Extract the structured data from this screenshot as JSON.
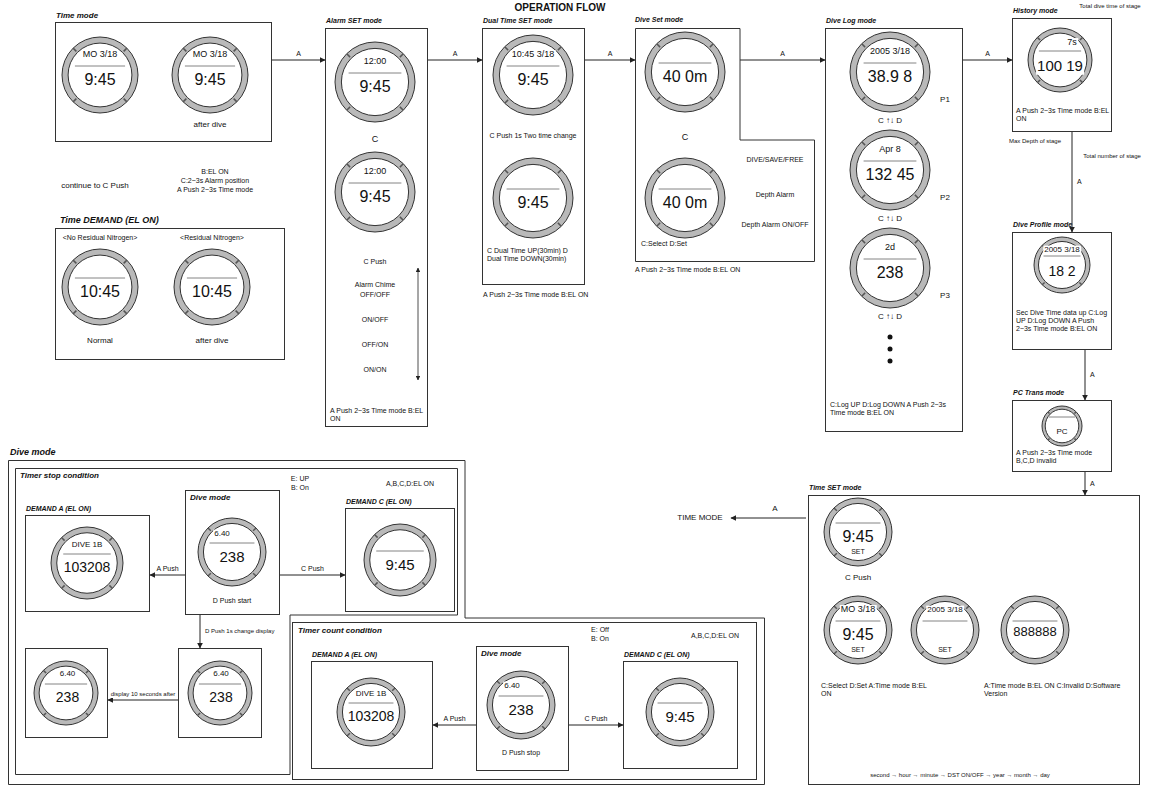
{
  "diagram": {
    "nodes": [
      {
        "text": [
          "Time mode"
        ]
      },
      {
        "text": [
          "Time DEMAND (EL ON)"
        ]
      },
      {
        "text": [
          "Alarm SET mode",
          "A Push 2~3s Time mode B:EL ON"
        ]
      },
      {
        "text": [
          "Dual Time SET mode",
          "C Dual Time UP(30min) D Dual Time DOWN(30min)",
          "A Push 2~3s Time mode B:EL ON"
        ]
      },
      {
        "text": [
          "Dive Set mode",
          "C:Select D:Set",
          "A Push 2~3s Time mode B:EL ON"
        ]
      },
      {
        "text": [
          "Dive Log mode",
          "C:Log UP D:Log DOWN A Push 2~3s Time mode B:EL ON"
        ]
      },
      {
        "text": [
          "History mode",
          "A Push 2~3s Time mode B:EL ON"
        ]
      },
      {
        "text": [
          "Dive Profile mode",
          "Sec Dive Time data up C:Log UP D:Log DOWN A Push 2~3s Time mode B:EL ON"
        ]
      },
      {
        "text": [
          "PC Trans mode",
          "A Push 2~3s Time mode B,C,D invalid"
        ]
      },
      {
        "text": [
          "Time SET mode",
          "C:Select D:Set A:Time mode B:EL ON",
          "A:Time mode B:EL ON C:Invalid D:Software Version"
        ]
      },
      {
        "text": [
          "Dive mode"
        ]
      },
      {
        "text": [
          "Timer stop condition"
        ],
        "in": 10
      },
      {
        "text": [
          "DEMAND A (EL ON)"
        ],
        "in": 11
      },
      {
        "text": [
          "Dive mode"
        ],
        "in": 11
      },
      {
        "text": [
          "DEMAND C (EL ON)"
        ],
        "in": 11
      },
      {
        "text": [
          "6.40",
          "238"
        ],
        "in": 11
      },
      {
        "text": [
          "6.40",
          "238"
        ],
        "in": 11
      },
      {
        "text": [
          "Timer count condition"
        ],
        "in": 10
      },
      {
        "text": [
          "DEMAND A (EL ON)"
        ],
        "in": 17
      },
      {
        "text": [
          "Dive mode"
        ],
        "in": 17
      },
      {
        "text": [
          "DEMAND C (EL ON)"
        ],
        "in": 17
      }
    ],
    "edges": [
      {
        "from": 0,
        "to": 2,
        "label": "A",
        "arrow": "to"
      },
      {
        "from": 2,
        "to": 3,
        "label": "A",
        "arrow": "to"
      },
      {
        "from": 3,
        "to": 4,
        "label": "A",
        "arrow": "to"
      },
      {
        "from": 4,
        "to": 5,
        "label": "A",
        "arrow": "to"
      },
      {
        "from": 5,
        "to": 6,
        "label": "A",
        "arrow": "to"
      },
      {
        "from": 6,
        "to": 7,
        "label": "A",
        "arrow": "to"
      },
      {
        "from": 7,
        "to": 8,
        "label": "A",
        "arrow": "to"
      },
      {
        "from": 8,
        "to": 9,
        "label": "A",
        "arrow": "to"
      },
      {
        "from": 13,
        "to": 12,
        "label": "A Push",
        "arrow": "to"
      },
      {
        "from": 13,
        "to": 14,
        "label": "C Push",
        "arrow": "to"
      },
      {
        "from": 13,
        "to": 16,
        "label": "D Push 1s change display",
        "arrow": "to"
      },
      {
        "from": 16,
        "to": 15,
        "label": "display 10 seconds after",
        "arrow": "to"
      },
      {
        "from": 19,
        "to": 18,
        "label": "A Push",
        "arrow": "to"
      },
      {
        "from": 19,
        "to": 20,
        "label": "C Push",
        "arrow": "to"
      }
    ],
    "labels": [
      "OPERATION FLOW",
      "MO 3/18",
      "9:45",
      "MO 3/18",
      "9:45",
      "after dive",
      "continue to C Push",
      "B:EL ON",
      "C:2~3s Alarm position",
      "A Push 2~3s Time mode",
      "<No Residual Nitrogen>",
      "<Residual Nitrogen>",
      "10:45",
      "10:45",
      "Normal",
      "after dive",
      "12:00",
      "9:45",
      "C",
      "12:00",
      "9:45",
      "C Push",
      "Alarm Chime",
      "OFF/OFF",
      "ON/OFF",
      "OFF/ON",
      "ON/ON",
      "10:45 3/18",
      "9:45",
      "C Push 1s Two time change",
      "9:45",
      "40 0m",
      "C",
      "40 0m",
      "DIVE/SAVE/FREE",
      "Depth Alarm",
      "Depth Alarm ON/OFF",
      "2005 3/18",
      "38.9 8",
      "P1",
      "C ↑↓ D",
      "Apr 8",
      "132 45",
      "P2",
      "C ↑↓ D",
      "2d",
      "238",
      "P3",
      "C ↑↓ D",
      "Total dive time of stage",
      "7s",
      "100 19",
      "Max Depth of stage",
      "Total number of stage",
      "2005 3/18",
      "18 2",
      "PC",
      "TIME MODE",
      "A",
      "9:45",
      "SET",
      "C Push",
      "MO 3/18",
      "9:45",
      "SET",
      "2005 3/18",
      "SET",
      "888888",
      "second → hour → minute → DST ON/OFF → year → month → day",
      "E: UP",
      "B: On",
      "A,B,C,D:EL ON",
      "DIVE 1B",
      "103208",
      "6.40",
      "238",
      "D Push start",
      "9:45",
      "E: Off",
      "B: On",
      "A,B,C,D:EL ON",
      "DIVE 1B",
      "103208",
      "6.40",
      "238",
      "D Push stop",
      "9:45"
    ]
  }
}
